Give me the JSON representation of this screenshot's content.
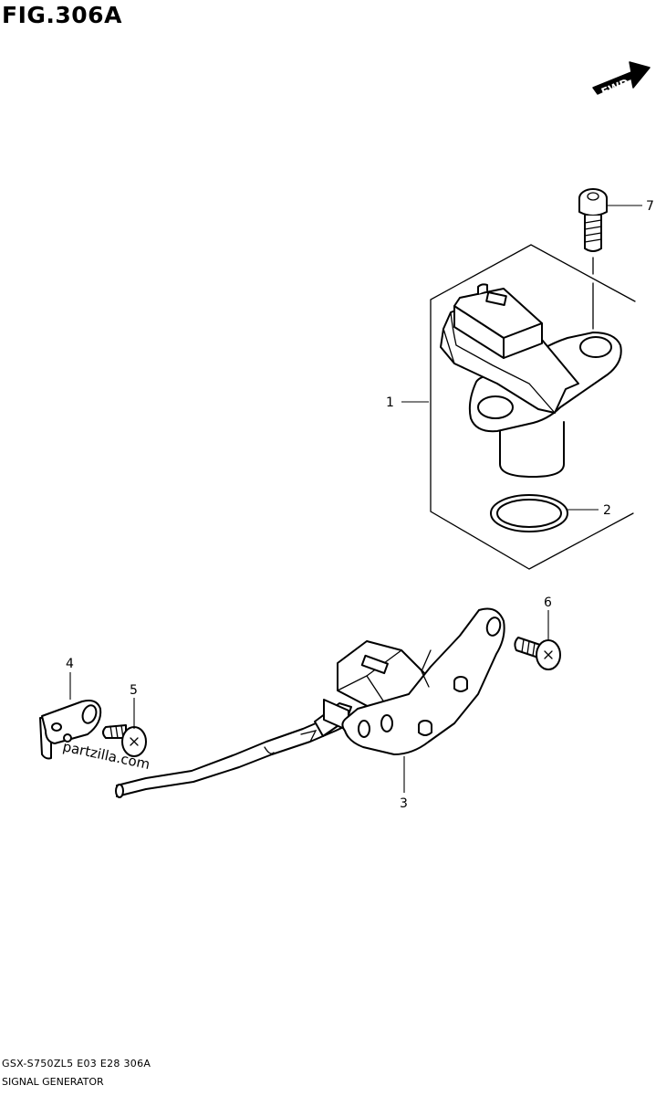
{
  "figure": {
    "title": "FIG.306A",
    "fwd_label": "FWD",
    "watermark": "partzilla.com",
    "footer_code": "GSX-S750ZL5  E03  E28  306A",
    "footer_name": "SIGNAL GENERATOR"
  },
  "callouts": [
    {
      "id": "1",
      "label": "1"
    },
    {
      "id": "2",
      "label": "2"
    },
    {
      "id": "3",
      "label": "3"
    },
    {
      "id": "4",
      "label": "4"
    },
    {
      "id": "5",
      "label": "5"
    },
    {
      "id": "6",
      "label": "6"
    },
    {
      "id": "7",
      "label": "7"
    }
  ]
}
